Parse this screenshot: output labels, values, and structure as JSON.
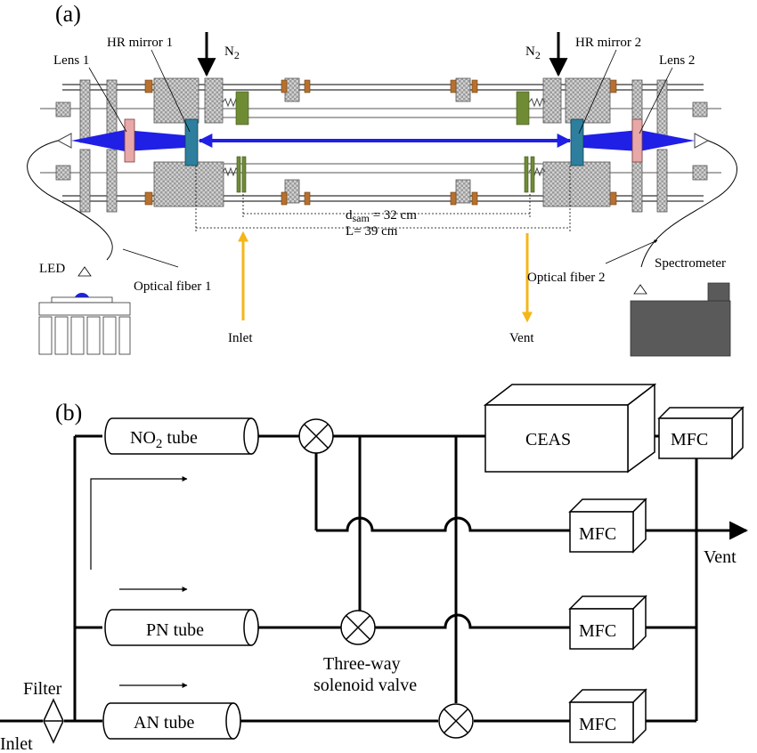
{
  "panel_a": {
    "label": "(a)",
    "hr_mirror_1": "HR mirror 1",
    "hr_mirror_2": "HR mirror 2",
    "lens_1": "Lens 1",
    "lens_2": "Lens 2",
    "n2_left": "N",
    "n2_left_sub": "2",
    "n2_right": "N",
    "n2_right_sub": "2",
    "dsam_d": "d",
    "dsam_sub": "sam",
    "dsam_val": " = 32 cm",
    "L_label": "L= 39 cm",
    "led": "LED",
    "fiber_1": "Optical fiber 1",
    "fiber_2": "Optical fiber 2",
    "spectrometer": "Spectrometer",
    "inlet": "Inlet",
    "vent": "Vent"
  },
  "panel_b": {
    "label": "(b)",
    "no2_tube_a": "NO",
    "no2_tube_sub": "2",
    "no2_tube_b": " tube",
    "pn_tube": "PN tube",
    "an_tube": "AN tube",
    "ceas": "CEAS",
    "mfc": "MFC",
    "vent": "Vent",
    "filter": "Filter",
    "inlet": "Inlet",
    "valve_line1": "Three-way",
    "valve_line2": "solenoid valve"
  },
  "colors": {
    "beam": "#1f1fe6",
    "mirror": "#2e7f9e",
    "lens": "#e8a8a8",
    "arrow_gas": "#f5b617",
    "seal": "#6f8c35",
    "clamp": "#b8702e",
    "block": "#c8c8c8",
    "spectrometer": "#5a5a5a"
  }
}
